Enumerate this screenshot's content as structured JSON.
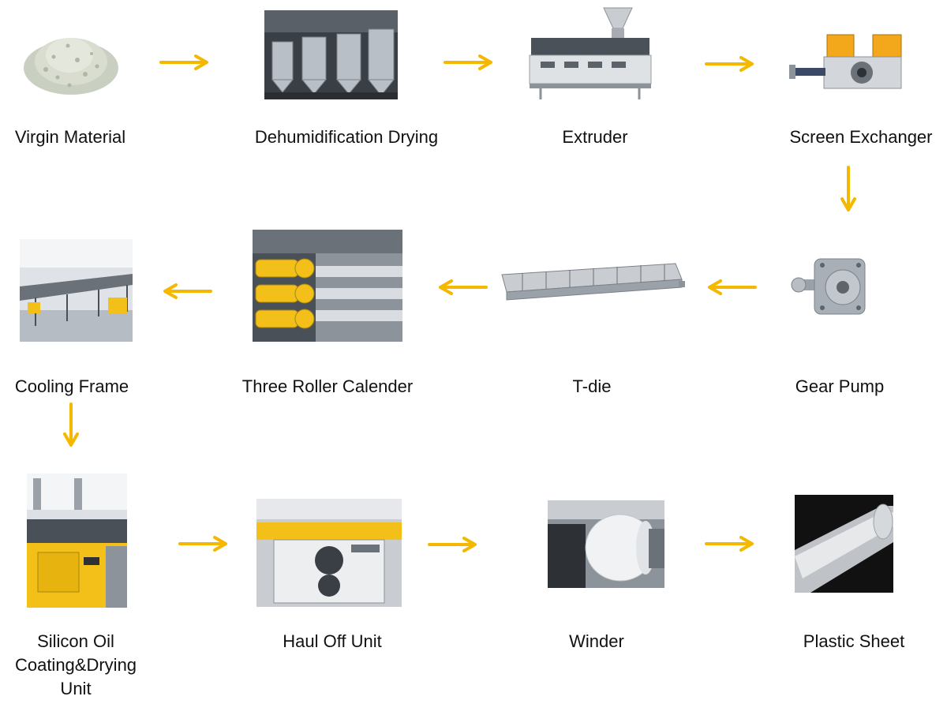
{
  "colors": {
    "arrow": "#f5b800",
    "machine_yellow": "#f2c018",
    "machine_gray": "#8d939a",
    "background": "#ffffff"
  },
  "steps": [
    {
      "label": "Virgin Material",
      "icon": "resin-pellets-image"
    },
    {
      "label": "Dehumidification Drying",
      "icon": "dryer-hoppers-image"
    },
    {
      "label": "Extruder",
      "icon": "extruder-machine-image"
    },
    {
      "label": "Screen Exchanger",
      "icon": "screen-changer-image"
    },
    {
      "label": "Gear Pump",
      "icon": "gear-pump-image"
    },
    {
      "label": "T-die",
      "icon": "t-die-image"
    },
    {
      "label": "Three Roller Calender",
      "icon": "calender-rollers-image"
    },
    {
      "label": "Cooling Frame",
      "icon": "cooling-frame-image"
    },
    {
      "label": "Silicon Oil\nCoating&Drying\nUnit",
      "icon": "coating-unit-image"
    },
    {
      "label": "Haul Off Unit",
      "icon": "haul-off-image"
    },
    {
      "label": "Winder",
      "icon": "winder-image"
    },
    {
      "label": "Plastic Sheet",
      "icon": "plastic-sheet-image"
    }
  ]
}
